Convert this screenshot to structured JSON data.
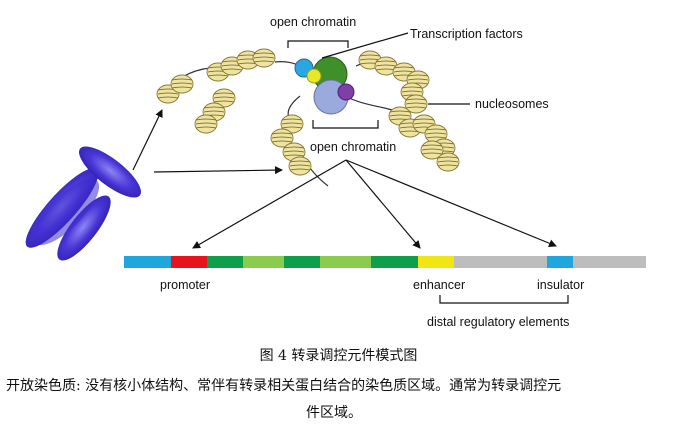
{
  "labels": {
    "open_chromatin_top": "open chromatin",
    "transcription_factors": "Transcription factors",
    "nucleosomes": "nucleosomes",
    "open_chromatin_bottom": "open chromatin",
    "promoter": "promoter",
    "enhancer": "enhancer",
    "insulator": "insulator",
    "distal_regulatory": "distal regulatory elements"
  },
  "caption": "图 4  转录调控元件模式图",
  "description": {
    "line1": "开放染色质: 没有核小体结构、常伴有转录相关蛋白结合的染色质区域。通常为转录调控元",
    "line2": "件区域。"
  },
  "colors": {
    "cyan": "#1fa6dc",
    "red": "#e8141c",
    "green": "#0f9e4a",
    "light_green": "#8ccc4c",
    "yellow": "#f0e614",
    "gray": "#bdbdbd",
    "chromosome": "#4a36d8",
    "nucleosome": "#efe3a0",
    "tf_green": "#3f8f2a",
    "tf_blue": "#9aaadc",
    "tf_purple": "#7e3fa6"
  }
}
